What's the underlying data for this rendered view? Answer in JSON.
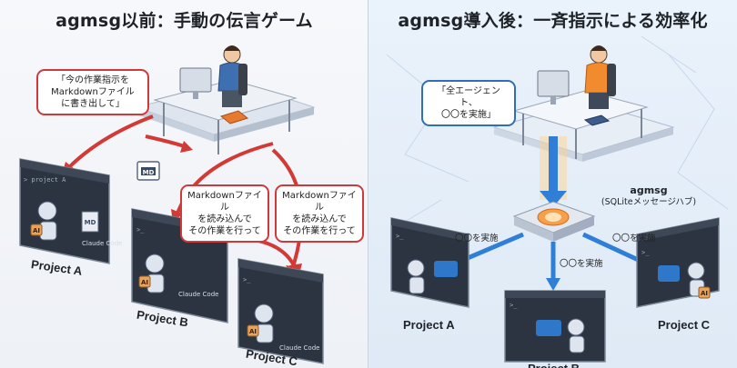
{
  "left": {
    "title": "agmsg以前：手動の伝言ゲーム",
    "bubble_top": [
      "「今の作業指示を",
      "Markdownファイル",
      "に書き出して」"
    ],
    "bubble_mid": [
      "Markdownファイル",
      "を読み込んで",
      "その作業を行って"
    ],
    "bubble_right": [
      "Markdownファイル",
      "を読み込んで",
      "その作業を行って"
    ],
    "md_badge": "MD",
    "claude_label": "Claude Code",
    "window_prompt": "> project A",
    "projects": [
      "Project A",
      "Project B",
      "Project C"
    ]
  },
  "right": {
    "title": "agmsg導入後：一斉指示による効率化",
    "bubble": [
      "「全エージェント、",
      "〇〇を実施」"
    ],
    "hub_name": "agmsg",
    "hub_sub": "(SQLiteメッセージハブ)",
    "arrow_labels": [
      "〇〇を実施",
      "〇〇を実施",
      "〇〇を実施"
    ],
    "projects": [
      "Project A",
      "Project B",
      "Project C"
    ]
  },
  "colors": {
    "red_arrow": "#d23a35",
    "blue_arrow": "#2f7ed8",
    "terminal": "#2b3440",
    "shirt_left": "#3e6fb0",
    "shirt_right": "#f28a2e"
  }
}
